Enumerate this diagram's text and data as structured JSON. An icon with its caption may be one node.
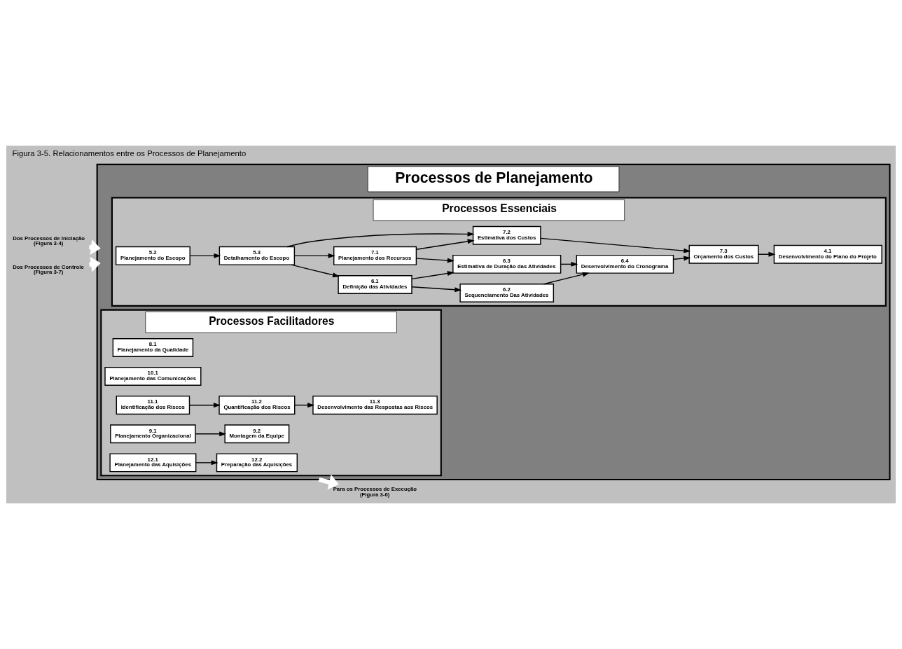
{
  "diagram": {
    "title": "Figura 3-5. Relacionamentos entre os Processos de Planejamento",
    "nodes": [
      {
        "text": [
          "Processos de Planejamento"
        ]
      },
      {
        "text": [
          "Processos Essenciais"
        ],
        "in": 0
      },
      {
        "text": [
          "5.2",
          "Planejamento do Escopo"
        ],
        "in": 1
      },
      {
        "text": [
          "5.3",
          "Detalhamento do Escopo"
        ],
        "in": 1
      },
      {
        "text": [
          "6.1",
          "Definição das Atividades"
        ],
        "in": 1
      },
      {
        "text": [
          "7.1",
          "Planejamento dos Recursos"
        ],
        "in": 1
      },
      {
        "text": [
          "6.2",
          "Sequenciamento Das Atividades"
        ],
        "in": 1
      },
      {
        "text": [
          "6.3",
          "Estimativa de Duração das Atividades"
        ],
        "in": 1
      },
      {
        "text": [
          "7.2",
          "Estimativa dos Custos"
        ],
        "in": 1
      },
      {
        "text": [
          "6.4",
          "Desenvolvimento do Cronograma"
        ],
        "in": 1
      },
      {
        "text": [
          "7.3",
          "Orçamento dos Custos"
        ],
        "in": 1
      },
      {
        "text": [
          "4.1",
          "Desenvolvimento do Plano do Projeto"
        ],
        "in": 1
      },
      {
        "text": [
          "Processos Facilitadores"
        ],
        "in": 0
      },
      {
        "text": [
          "8.1",
          "Planejamento da Qualidade"
        ],
        "in": 12
      },
      {
        "text": [
          "10.1",
          "Planejamento das Comunicações"
        ],
        "in": 12
      },
      {
        "text": [
          "11.1",
          "Identificação dos Riscos"
        ],
        "in": 12
      },
      {
        "text": [
          "11.2",
          "Quantificação dos Riscos"
        ],
        "in": 12
      },
      {
        "text": [
          "11.3",
          "Desenvolvimento das Respostas aos Riscos"
        ],
        "in": 12
      },
      {
        "text": [
          "9.1",
          "Planejamento Organizacional"
        ],
        "in": 12
      },
      {
        "text": [
          "9.2",
          "Montagem da Equipe"
        ],
        "in": 12
      },
      {
        "text": [
          "12.1",
          "Planejamento das Aquisições"
        ],
        "in": 12
      },
      {
        "text": [
          "12.2",
          "Preparação das Aquisições"
        ],
        "in": 12
      },
      {
        "text": [
          "Dos Processos de Iniciação",
          "(Figura 3-4)"
        ]
      },
      {
        "text": [
          "Dos Processos de Controle",
          "(Figura 3-7)"
        ]
      },
      {
        "text": [
          "Para os Processos de Execução",
          "(Figura 3-6)"
        ]
      }
    ],
    "edges": [
      {
        "from": 2,
        "to": 3,
        "arrow": "to"
      },
      {
        "from": 3,
        "to": 4,
        "arrow": "to"
      },
      {
        "from": 3,
        "to": 5,
        "arrow": "to"
      },
      {
        "from": 3,
        "to": 8,
        "arrow": "to"
      },
      {
        "from": 4,
        "to": 6,
        "arrow": "to"
      },
      {
        "from": 4,
        "to": 7,
        "arrow": "to"
      },
      {
        "from": 5,
        "to": 7,
        "arrow": "to"
      },
      {
        "from": 5,
        "to": 8,
        "arrow": "to"
      },
      {
        "from": 6,
        "to": 9,
        "arrow": "to"
      },
      {
        "from": 7,
        "to": 9,
        "arrow": "to"
      },
      {
        "from": 9,
        "to": 10,
        "arrow": "to"
      },
      {
        "from": 8,
        "to": 10,
        "arrow": "to"
      },
      {
        "from": 10,
        "to": 11,
        "arrow": "to"
      },
      {
        "from": 15,
        "to": 16,
        "arrow": "to"
      },
      {
        "from": 16,
        "to": 17,
        "arrow": "to"
      },
      {
        "from": 18,
        "to": 19,
        "arrow": "to"
      },
      {
        "from": 20,
        "to": 21,
        "arrow": "to"
      },
      {
        "from": 22,
        "to": 0,
        "arrow": "to",
        "style": "thick",
        "color": "#ffffff"
      },
      {
        "from": 23,
        "to": 0,
        "arrow": "to",
        "style": "thick",
        "color": "#ffffff"
      },
      {
        "from": 0,
        "to": 24,
        "arrow": "to",
        "style": "thick",
        "color": "#ffffff"
      }
    ]
  }
}
